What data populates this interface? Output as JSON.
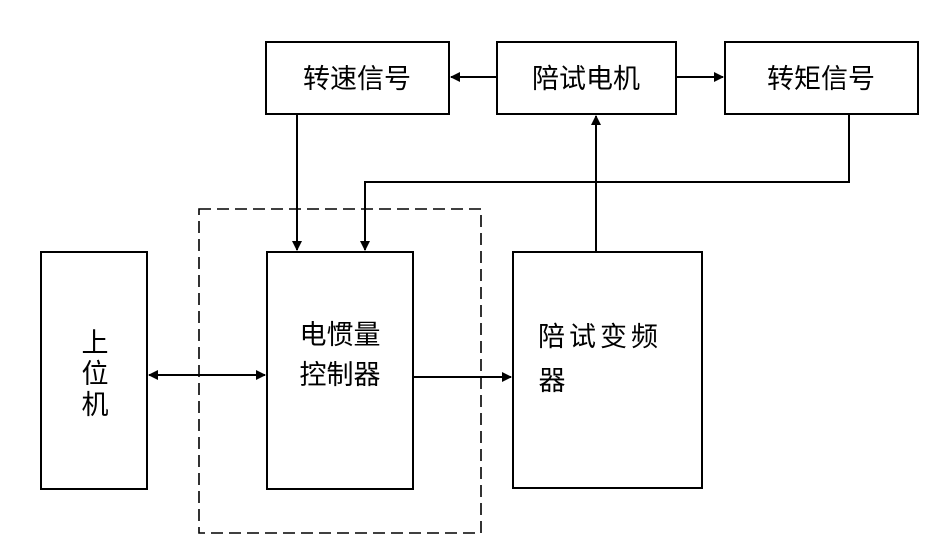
{
  "nodes": {
    "speed_signal": "转速信号",
    "test_motor": "陪试电机",
    "torque_signal": "转矩信号",
    "host": [
      "上",
      "位",
      "机"
    ],
    "controller": [
      "电惯量",
      "控制器"
    ],
    "inverter": [
      "陪试变频",
      "器"
    ]
  },
  "colors": {
    "line": "#000000",
    "background": "#ffffff"
  }
}
